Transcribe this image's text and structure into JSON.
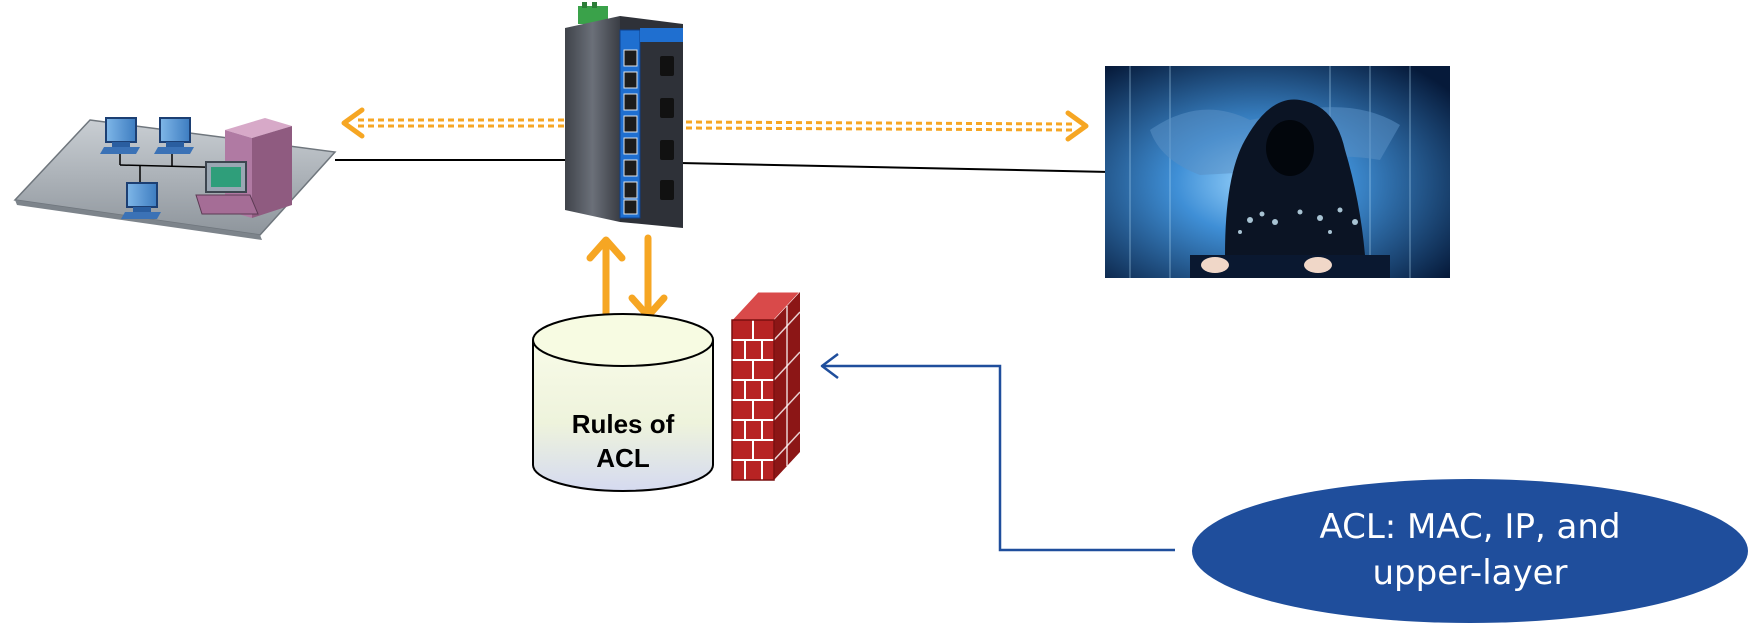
{
  "database": {
    "line1": "Rules of",
    "line2": "ACL"
  },
  "callout": {
    "line1": "ACL: MAC, IP, and",
    "line2": "upper-layer"
  },
  "colors": {
    "dashed_arrow": "#F6A623",
    "solid_arrow": "#F6A623",
    "callout_fill": "#1F4E9C",
    "callout_line": "#1F4E9C",
    "brick": "#B22222",
    "switch_body": "#5A5E66",
    "hacker_bg": "#0D3D7A"
  },
  "icons": [
    "lan-network-icon",
    "industrial-switch-icon",
    "hacker-image",
    "acl-database-icon",
    "firewall-icon"
  ]
}
